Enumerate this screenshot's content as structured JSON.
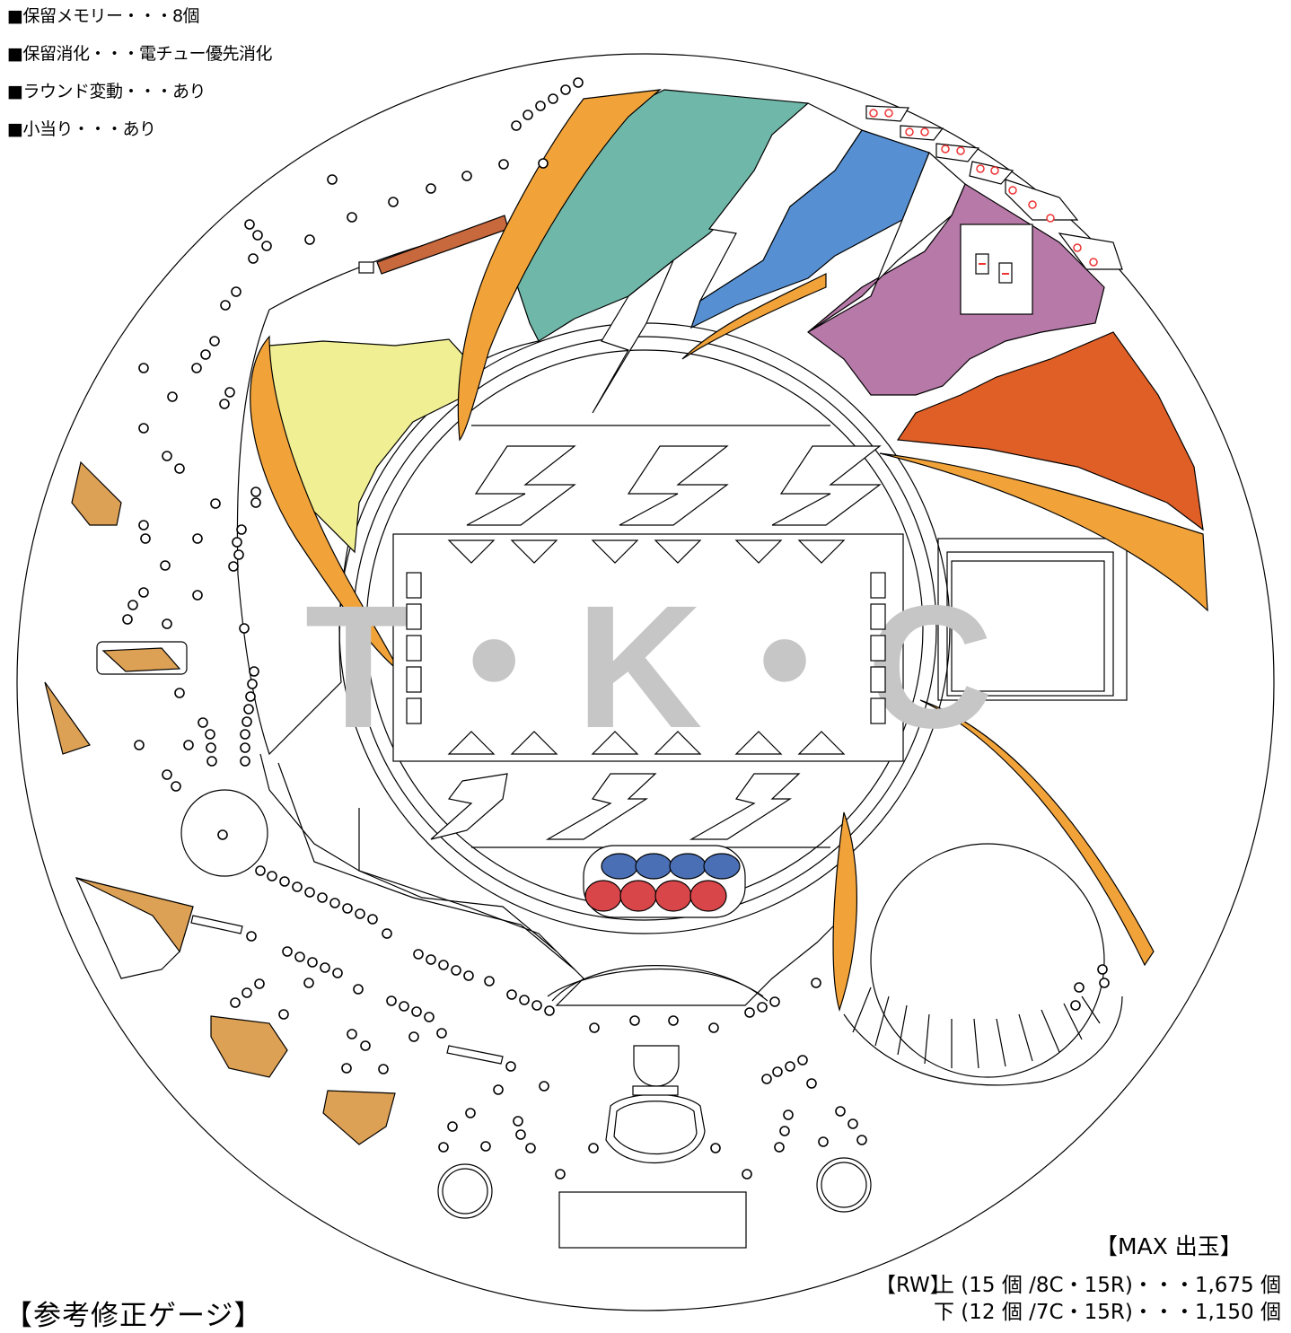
{
  "specs": [
    "■保留メモリー・・・8個",
    "■保留消化・・・電チュー優先消化",
    "■ラウンド変動・・・あり",
    "■小当り・・・あり"
  ],
  "center_logo": "T・K・C",
  "max_out": {
    "title": "【MAX 出玉】",
    "rw_label": "【RW】",
    "lines": [
      "上 (15 個 /8C・15R)・・・1,675 個",
      "下 (12 個 /7C・15R)・・・1,150 個"
    ]
  },
  "gauge_title": "【参考修正ゲージ】",
  "colors": {
    "teal": "#6fb8a9",
    "blue": "#5690d3",
    "purple": "#b679a8",
    "red_orange": "#e05f27",
    "orange": "#f1a33a",
    "yellow": "#f0ef94",
    "brick": "#c8683d",
    "tan": "#dda155",
    "logo_gray": "#c6c6c6",
    "ball_blue": "#4a6fb5",
    "ball_red": "#d9464a"
  }
}
